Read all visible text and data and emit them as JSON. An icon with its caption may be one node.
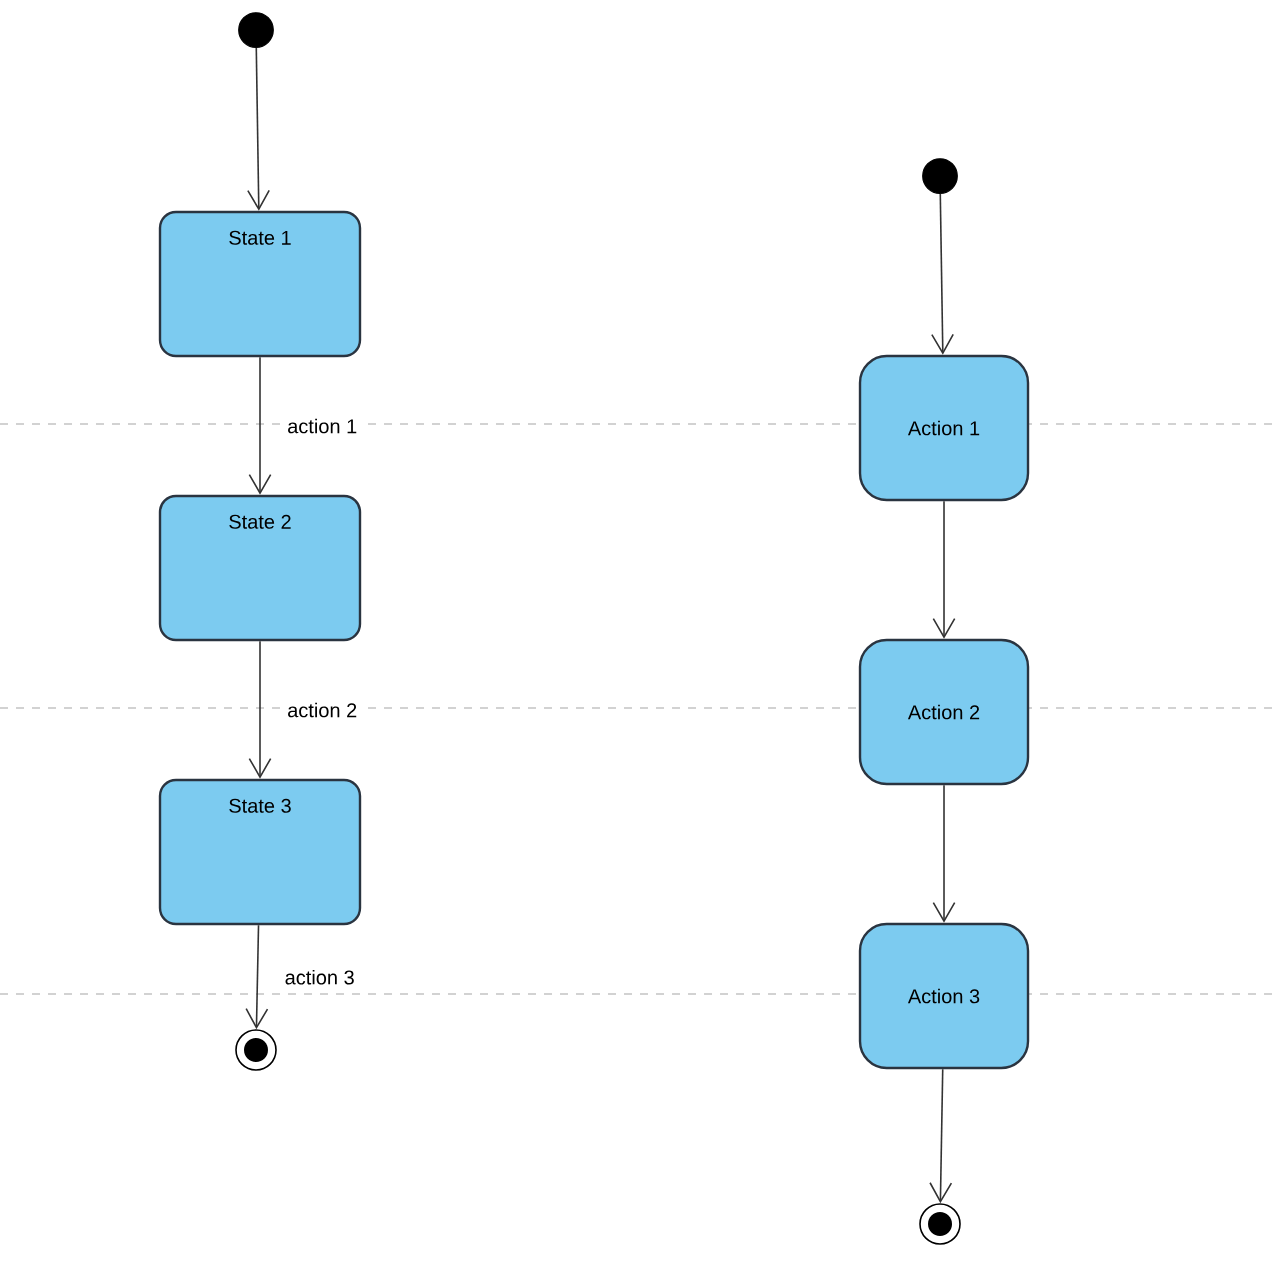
{
  "diagram": {
    "nodes": [
      {
        "text": [],
        "shape": "dot"
      },
      {
        "text": [
          "State 1"
        ]
      },
      {
        "text": [
          "State 2"
        ]
      },
      {
        "text": [
          "State 3"
        ]
      },
      {
        "text": [],
        "shape": "bullseye"
      },
      {
        "text": [],
        "shape": "dot"
      },
      {
        "text": [
          "Action 1"
        ]
      },
      {
        "text": [
          "Action 2"
        ]
      },
      {
        "text": [
          "Action 3"
        ]
      },
      {
        "text": [],
        "shape": "bullseye"
      }
    ],
    "edges": [
      {
        "from": 0,
        "to": 1,
        "arrow": "to"
      },
      {
        "from": 1,
        "to": 2,
        "arrow": "to",
        "label": "action 1"
      },
      {
        "from": 2,
        "to": 3,
        "arrow": "to",
        "label": "action 2"
      },
      {
        "from": 3,
        "to": 4,
        "arrow": "to",
        "label": "action 3"
      },
      {
        "from": 5,
        "to": 6,
        "arrow": "to"
      },
      {
        "from": 6,
        "to": 7,
        "arrow": "to"
      },
      {
        "from": 7,
        "to": 8,
        "arrow": "to"
      },
      {
        "from": 8,
        "to": 9,
        "arrow": "to"
      }
    ]
  }
}
